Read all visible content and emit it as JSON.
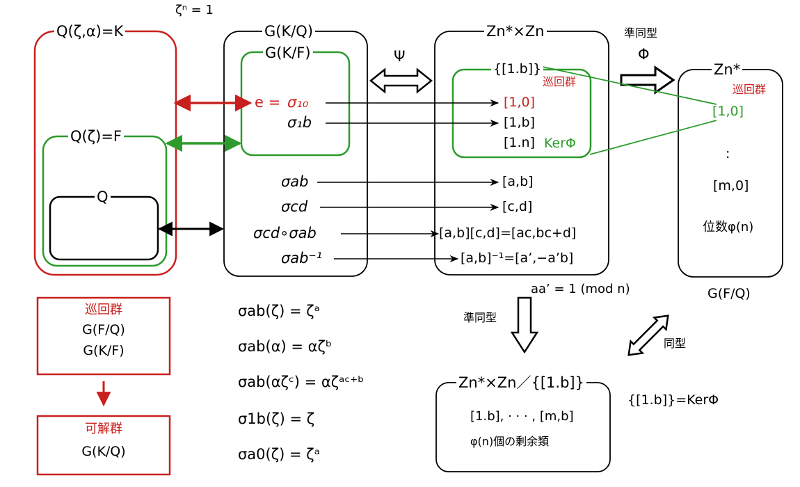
{
  "colors": {
    "red": "#c8201e",
    "green": "#2c9b2c",
    "black": "#000000"
  },
  "top_note": "ζⁿ = 1",
  "field_K": "Q(ζ,α)=K",
  "field_F": "Q(ζ)=F",
  "field_Q": "Q",
  "group_GKQ": "G(K/Q)",
  "group_GKF": "G(K/F)",
  "sigma_e": "e =",
  "sigma_10": "σ₁₀",
  "sigma_1b": "σ₁b",
  "sigma_ab": "σab",
  "sigma_cd": "σcd",
  "sigma_comp": "σcd∘σab",
  "sigma_inv": "σab⁻¹",
  "psi": "Ψ",
  "znzn_title": "Zn*×Zn",
  "kernel_set": "{[1.b]}",
  "cyclic_label": "巡回群",
  "elem_10": "[1,0]",
  "elem_1b": "[1,b]",
  "elem_1n": "[1.n]",
  "kerphi": "KerΦ",
  "elem_ab": "[a,b]",
  "elem_cd": "[c,d]",
  "elem_prod": "[a,b][c,d]=[ac,bc+d]",
  "elem_inv": "[a,b]⁻¹=[a’,−a’b]",
  "homo_label": "準同型",
  "phi": "Φ",
  "zn_title": "Zn*",
  "zn_10": "[1,0]",
  "zn_dots": ":",
  "zn_m0": "[m,0]",
  "zn_order": "位数φ(n)",
  "gfq_caption": "G(F/Q)",
  "mod_note": "aa’ = 1 (mod n)",
  "homo2_label": "準同型",
  "iso_label": "同型",
  "quot_title": "Zn*×Zn／{[1.b]}",
  "quot_elems": "[1.b], · · · , [m,b]",
  "quot_note": "φ(n)個の剰余類",
  "ker_eq": "{[1.b]}=KerΦ",
  "cyc_box_title": "巡回群",
  "cyc_box_l1": "G(F/Q)",
  "cyc_box_l2": "G(K/F)",
  "solv_box_title": "可解群",
  "solv_box_l1": "G(K/Q)",
  "formulas": [
    "σab(ζ) = ζᵃ",
    "σab(α) = αζᵇ",
    "σab(αζᶜ) = αζᵃᶜ⁺ᵇ",
    "σ1b(ζ) = ζ",
    "σa0(ζ) = ζᵃ"
  ]
}
